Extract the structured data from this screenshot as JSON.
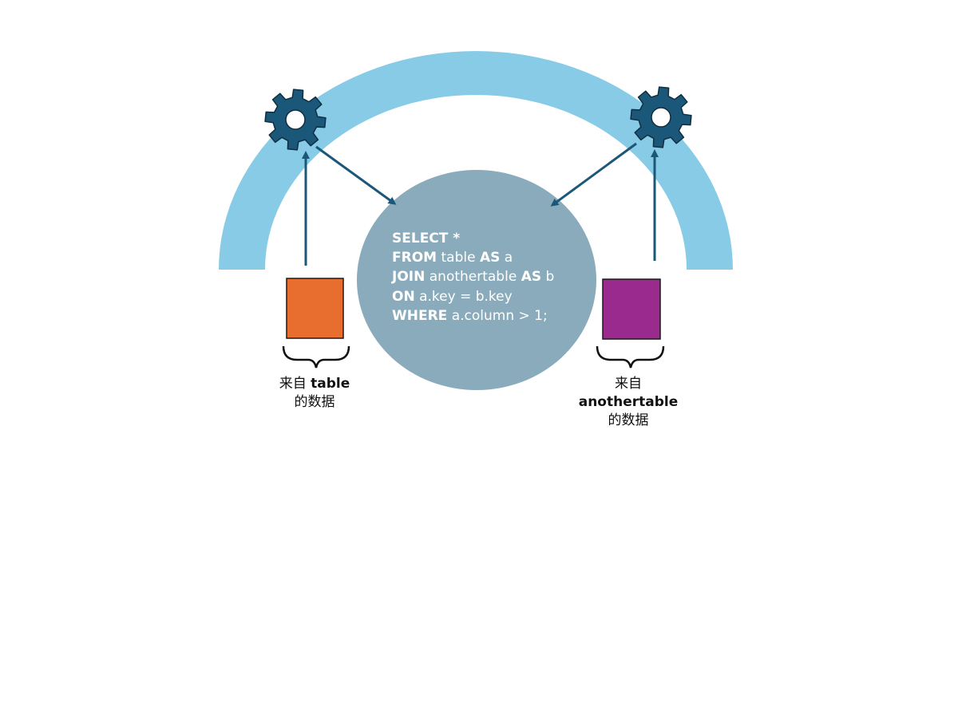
{
  "colors": {
    "arc": "#87cbe7",
    "gear": "#1b5779",
    "arrow": "#1b5779",
    "circle": "#8aabbb",
    "table_block": "#e86e30",
    "anothertable_block": "#9a2a8e",
    "text": "#111111"
  },
  "sql": {
    "line1": {
      "kw1": "SELECT *"
    },
    "line2": {
      "kw1": "FROM",
      "t1": " table ",
      "kw2": "AS",
      "t2": " a"
    },
    "line3": {
      "kw1": "JOIN",
      "t1": " anothertable ",
      "kw2": "AS",
      "t2": " b"
    },
    "line4": {
      "kw1": "ON",
      "t1": " a.key = b.key"
    },
    "line5": {
      "kw1": "WHERE",
      "t1": " a.column > 1;"
    }
  },
  "left_label": {
    "prefix": "来自 ",
    "name": "table",
    "suffix": "的数据"
  },
  "right_label": {
    "prefix": "来自",
    "name": "anothertable",
    "suffix": "的数据"
  },
  "icons": {
    "left_gear": "gear-icon",
    "right_gear": "gear-icon"
  }
}
